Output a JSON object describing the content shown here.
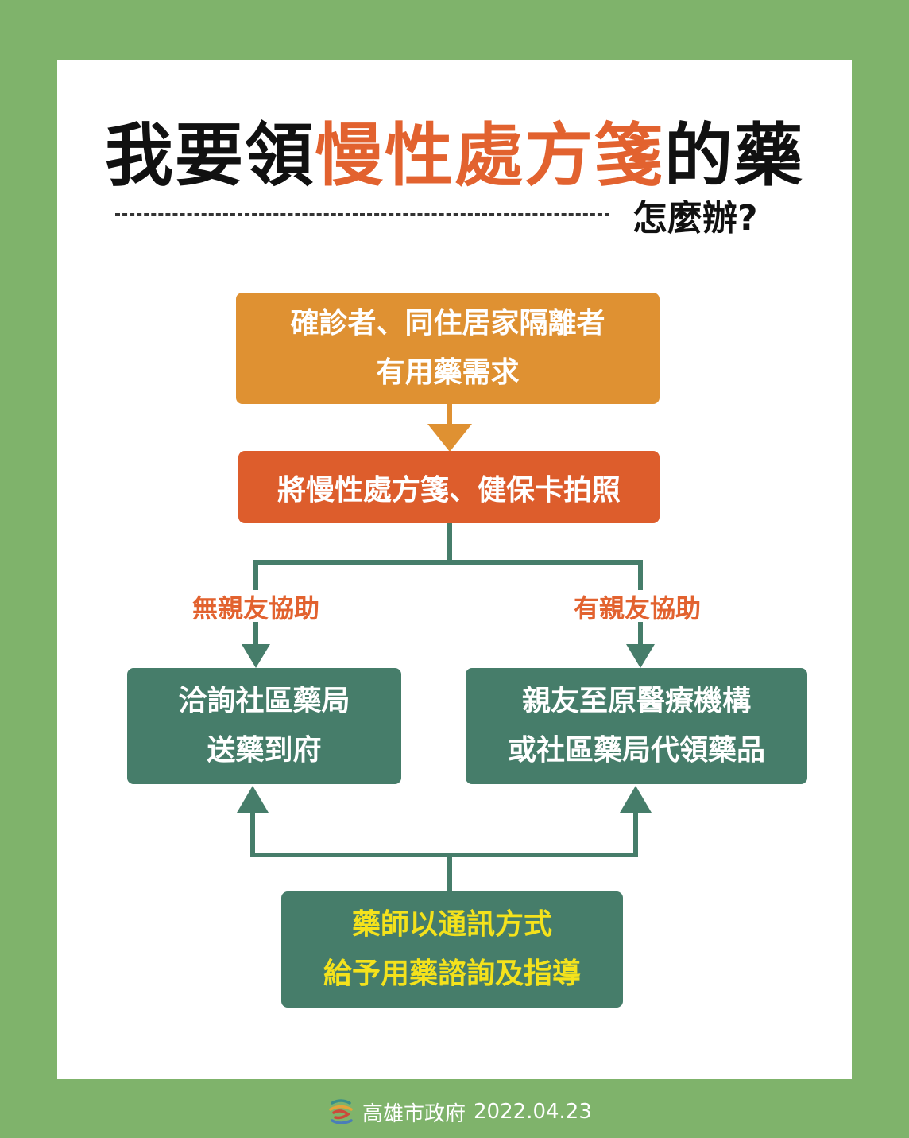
{
  "title": {
    "part1": "我要領",
    "part2": "慢性處方箋",
    "part3": "的藥",
    "subtitle": "怎麼辦?"
  },
  "flow": {
    "step1": {
      "line1": "確診者、同住居家隔離者",
      "line2": "有用藥需求"
    },
    "step2": {
      "text": "將慢性處方箋、健保卡拍照"
    },
    "branch_left": {
      "label": "無親友協助",
      "line1": "洽詢社區藥局",
      "line2": "送藥到府"
    },
    "branch_right": {
      "label": "有親友協助",
      "line1": "親友至原醫療機構",
      "line2": "或社區藥局代領藥品"
    },
    "bottom": {
      "line1": "藥師以通訊方式",
      "line2": "給予用藥諮詢及指導"
    }
  },
  "footer": {
    "org": "高雄市政府",
    "date": "2022.04.23"
  },
  "colors": {
    "background": "#7fb36b",
    "accent_orange": "#df9132",
    "accent_red": "#dd5d2c",
    "box_green": "#467d6a",
    "highlight_yellow": "#f4e21c",
    "title_highlight": "#e2622f"
  }
}
